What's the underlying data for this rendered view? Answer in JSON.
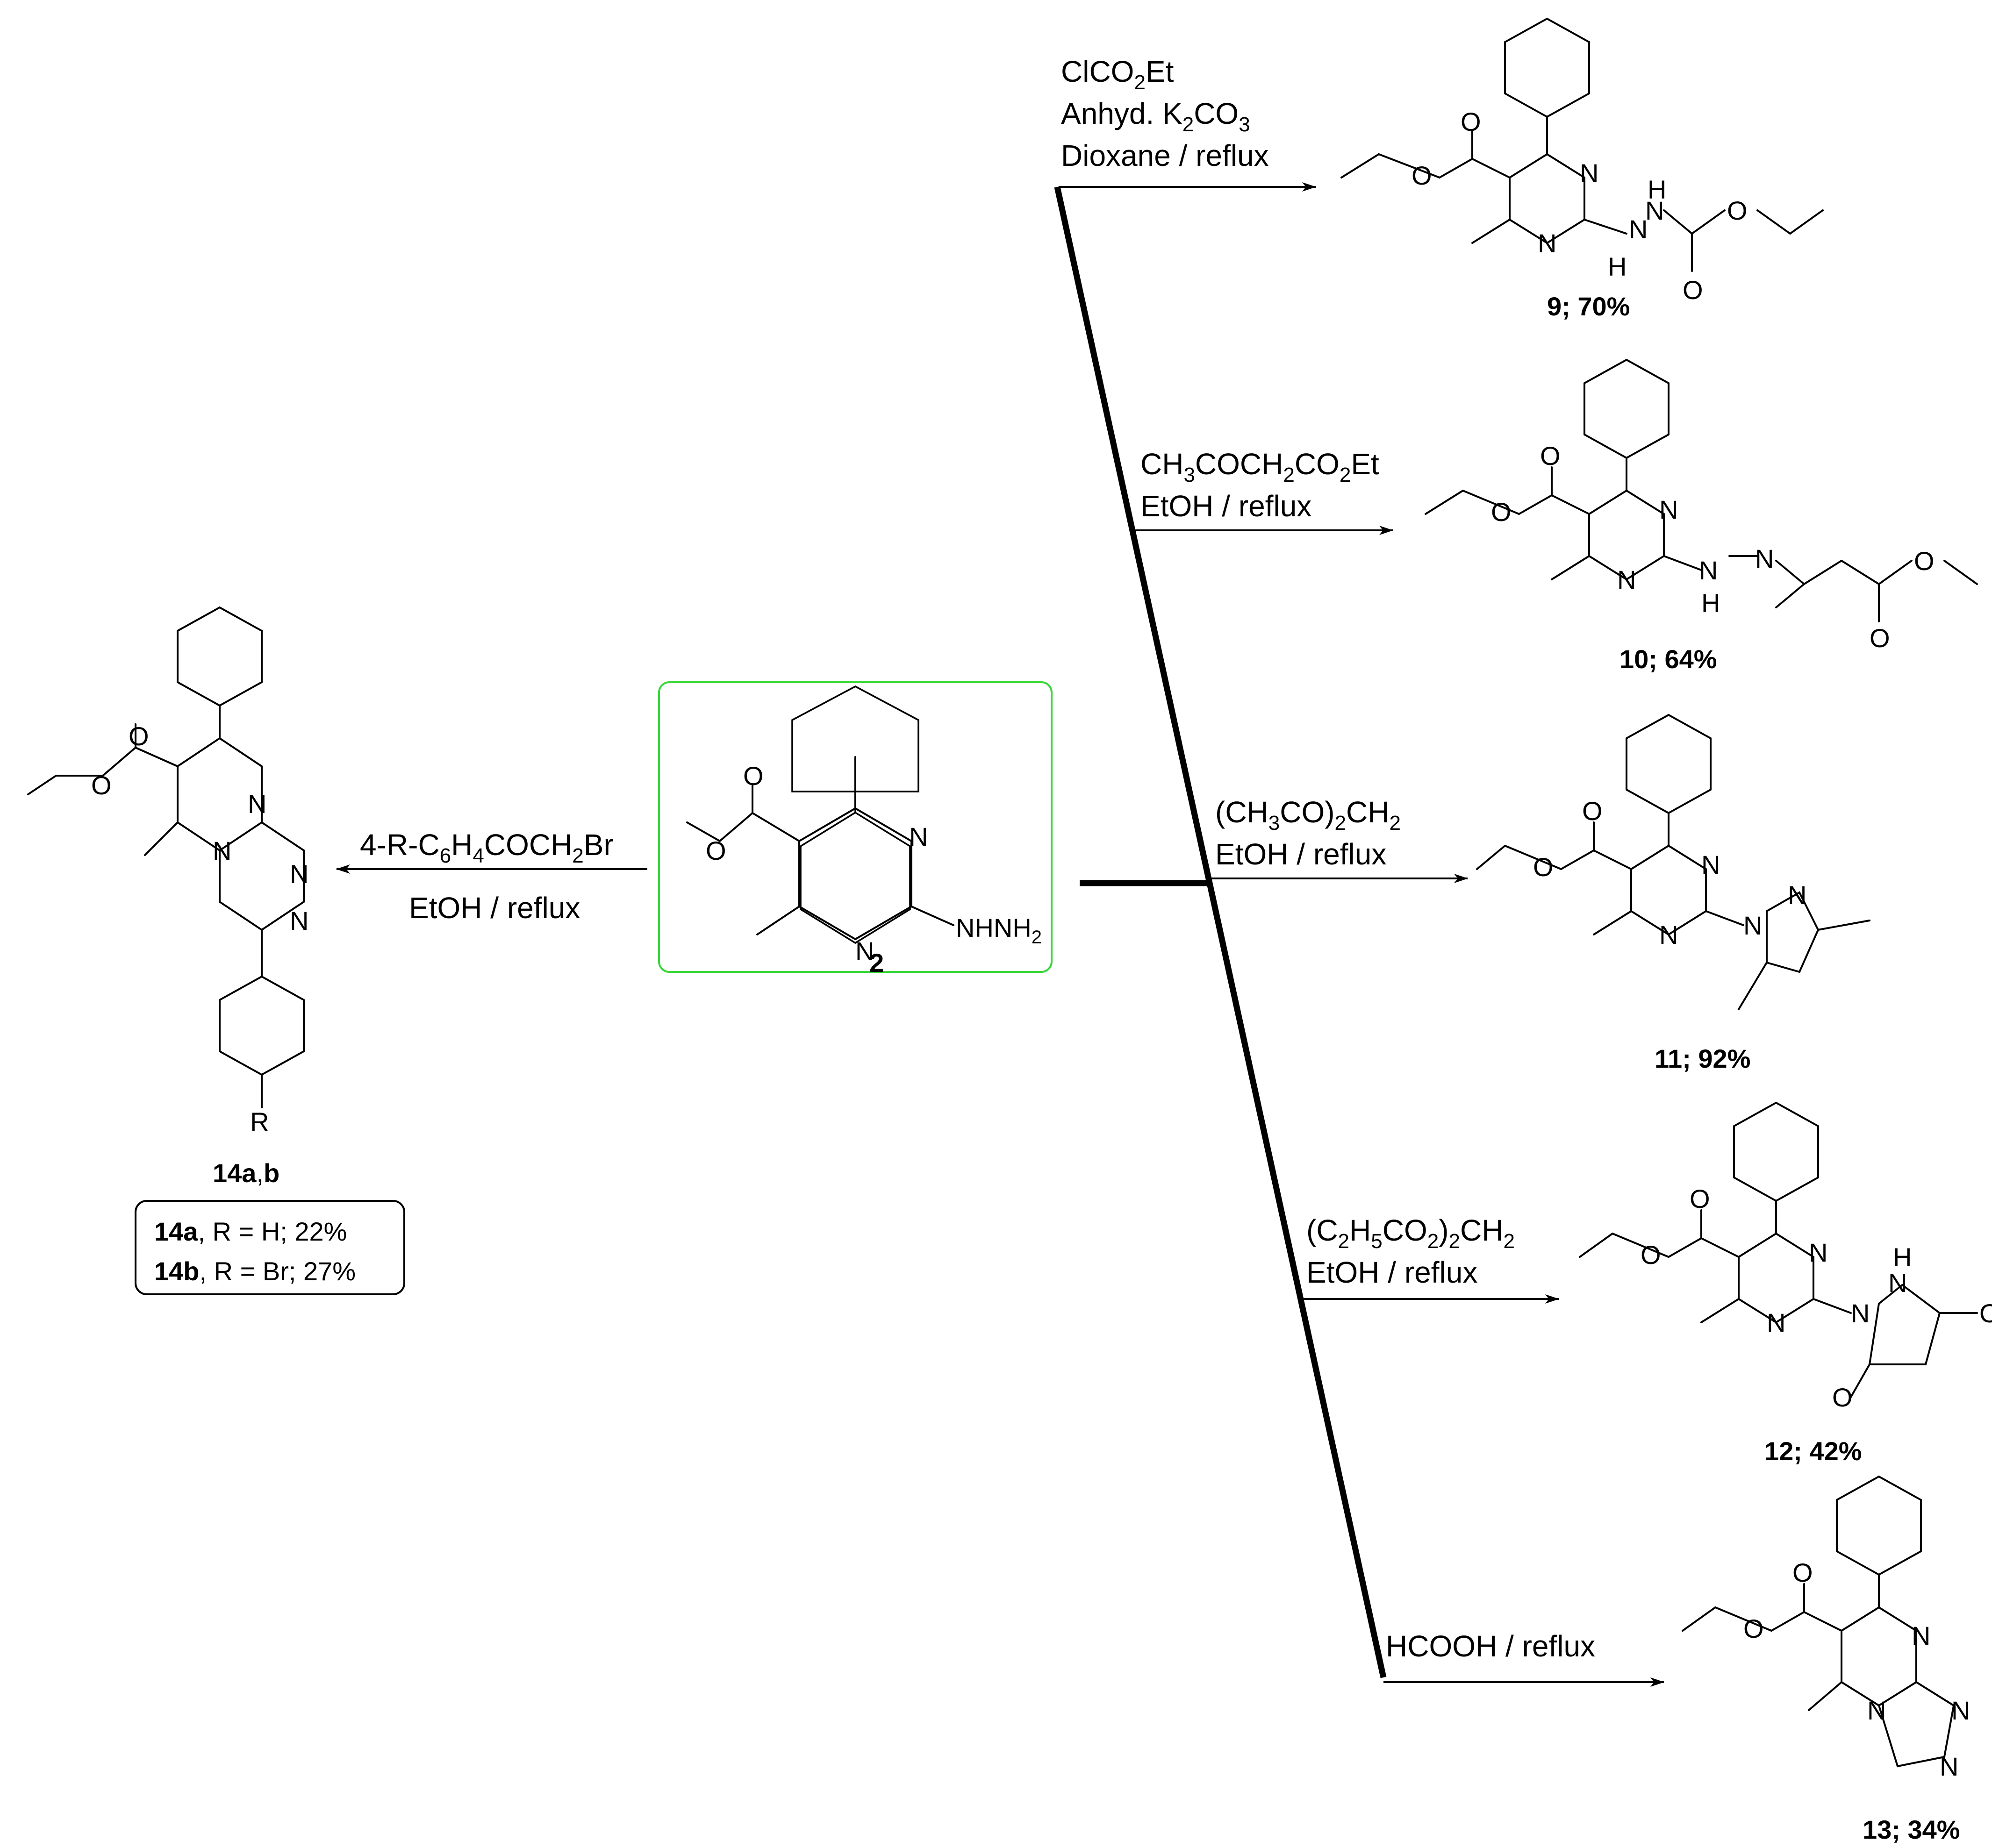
{
  "starting_material": {
    "label": "2",
    "amine": "NHNH",
    "amine_sub": "2",
    "box_color": "#39d639"
  },
  "atoms": {
    "O": "O",
    "N": "N",
    "NH": "H",
    "R": "R"
  },
  "reactions": {
    "r9": {
      "line1": "ClCO",
      "line1_sub": "2",
      "line1_end": "Et",
      "line2": "Anhyd. K",
      "line2_sub1": "2",
      "line2_mid": "CO",
      "line2_sub2": "3",
      "line3": "Dioxane / reflux"
    },
    "r10": {
      "line1_a": "CH",
      "line1_s1": "3",
      "line1_b": "COCH",
      "line1_s2": "2",
      "line1_c": "CO",
      "line1_s3": "2",
      "line1_d": "Et",
      "line2": "EtOH / reflux"
    },
    "r11": {
      "line1_a": "(CH",
      "line1_s1": "3",
      "line1_b": "CO)",
      "line1_s2": "2",
      "line1_c": "CH",
      "line1_s3": "2",
      "line2": "EtOH / reflux"
    },
    "r12": {
      "line1_a": "(C",
      "line1_s1": "2",
      "line1_b": "H",
      "line1_s2": "5",
      "line1_c": "CO",
      "line1_s3": "2",
      "line1_d": ")",
      "line1_s4": "2",
      "line1_e": "CH",
      "line1_s5": "2",
      "line2": "EtOH / reflux"
    },
    "r13": {
      "line1": "HCOOH / reflux"
    },
    "r14": {
      "line1_a": "4-R-C",
      "line1_s1": "6",
      "line1_b": "H",
      "line1_s2": "4",
      "line1_c": "COCH",
      "line1_s3": "2",
      "line1_d": "Br",
      "line2": "EtOH / reflux"
    }
  },
  "products": {
    "p9": {
      "label": "9; 70%"
    },
    "p10": {
      "label": "10; 64%"
    },
    "p11": {
      "label": "11; 92%"
    },
    "p12": {
      "label": "12; 42%"
    },
    "p13": {
      "label": "13; 34%"
    },
    "p14": {
      "label_a": "14a",
      "label_sep": ",",
      "label_b": "b",
      "row_a_bold": "14a",
      "row_a_text": ", R = H; 22%",
      "row_b_bold": "14b",
      "row_b_text": ", R = Br; 27%"
    }
  }
}
